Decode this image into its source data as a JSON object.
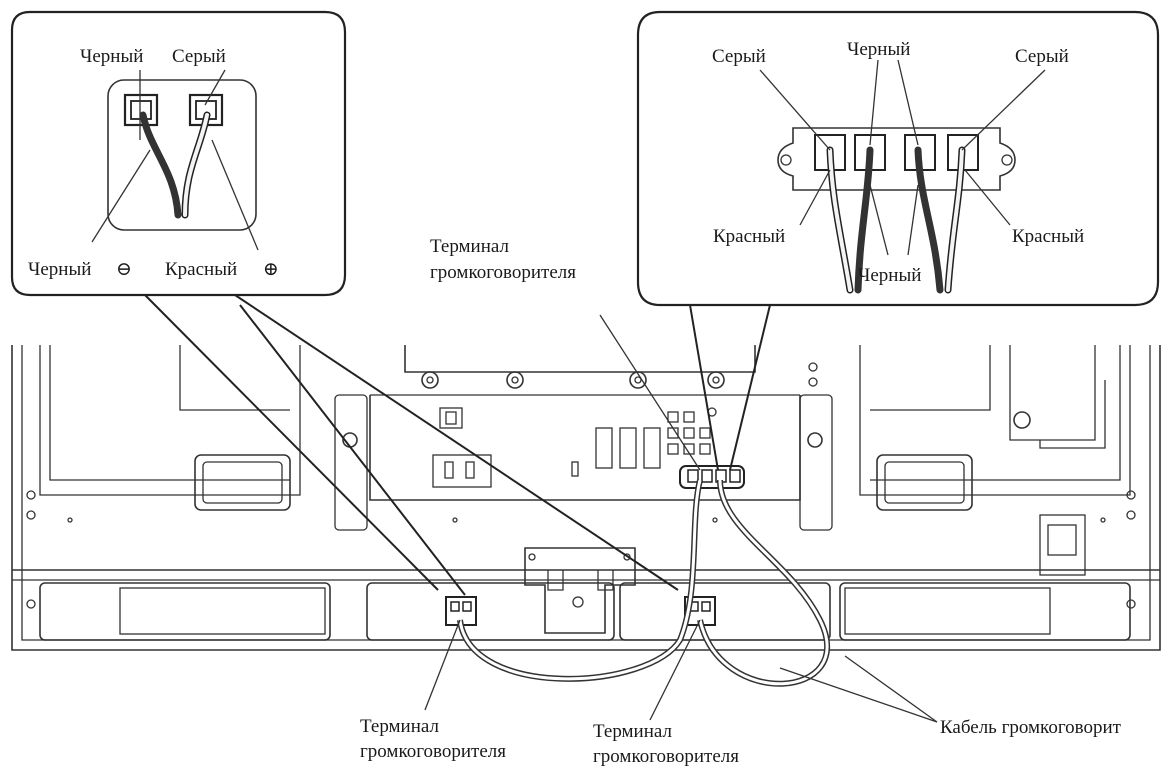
{
  "labels": {
    "left_inset": {
      "black": "Черный",
      "grey": "Серый",
      "black_minus": "Черный",
      "red_plus": "Красный"
    },
    "right_inset": {
      "grey_left": "Серый",
      "black_top": "Черный",
      "grey_right": "Серый",
      "red_left": "Красный",
      "red_right": "Красный",
      "black_bottom": "Черный"
    },
    "center_terminal": {
      "line1": "Терминал",
      "line2": "громкоговорителя"
    },
    "bottom_left_terminal": {
      "line1": "Терминал",
      "line2": "громкоговорителя"
    },
    "bottom_mid_terminal": {
      "line1": "Терминал",
      "line2": "громкоговорителя"
    },
    "speaker_cable": "Кабель громкоговорит"
  },
  "polarity_symbols": {
    "minus": "⊖",
    "plus": "⊕"
  }
}
